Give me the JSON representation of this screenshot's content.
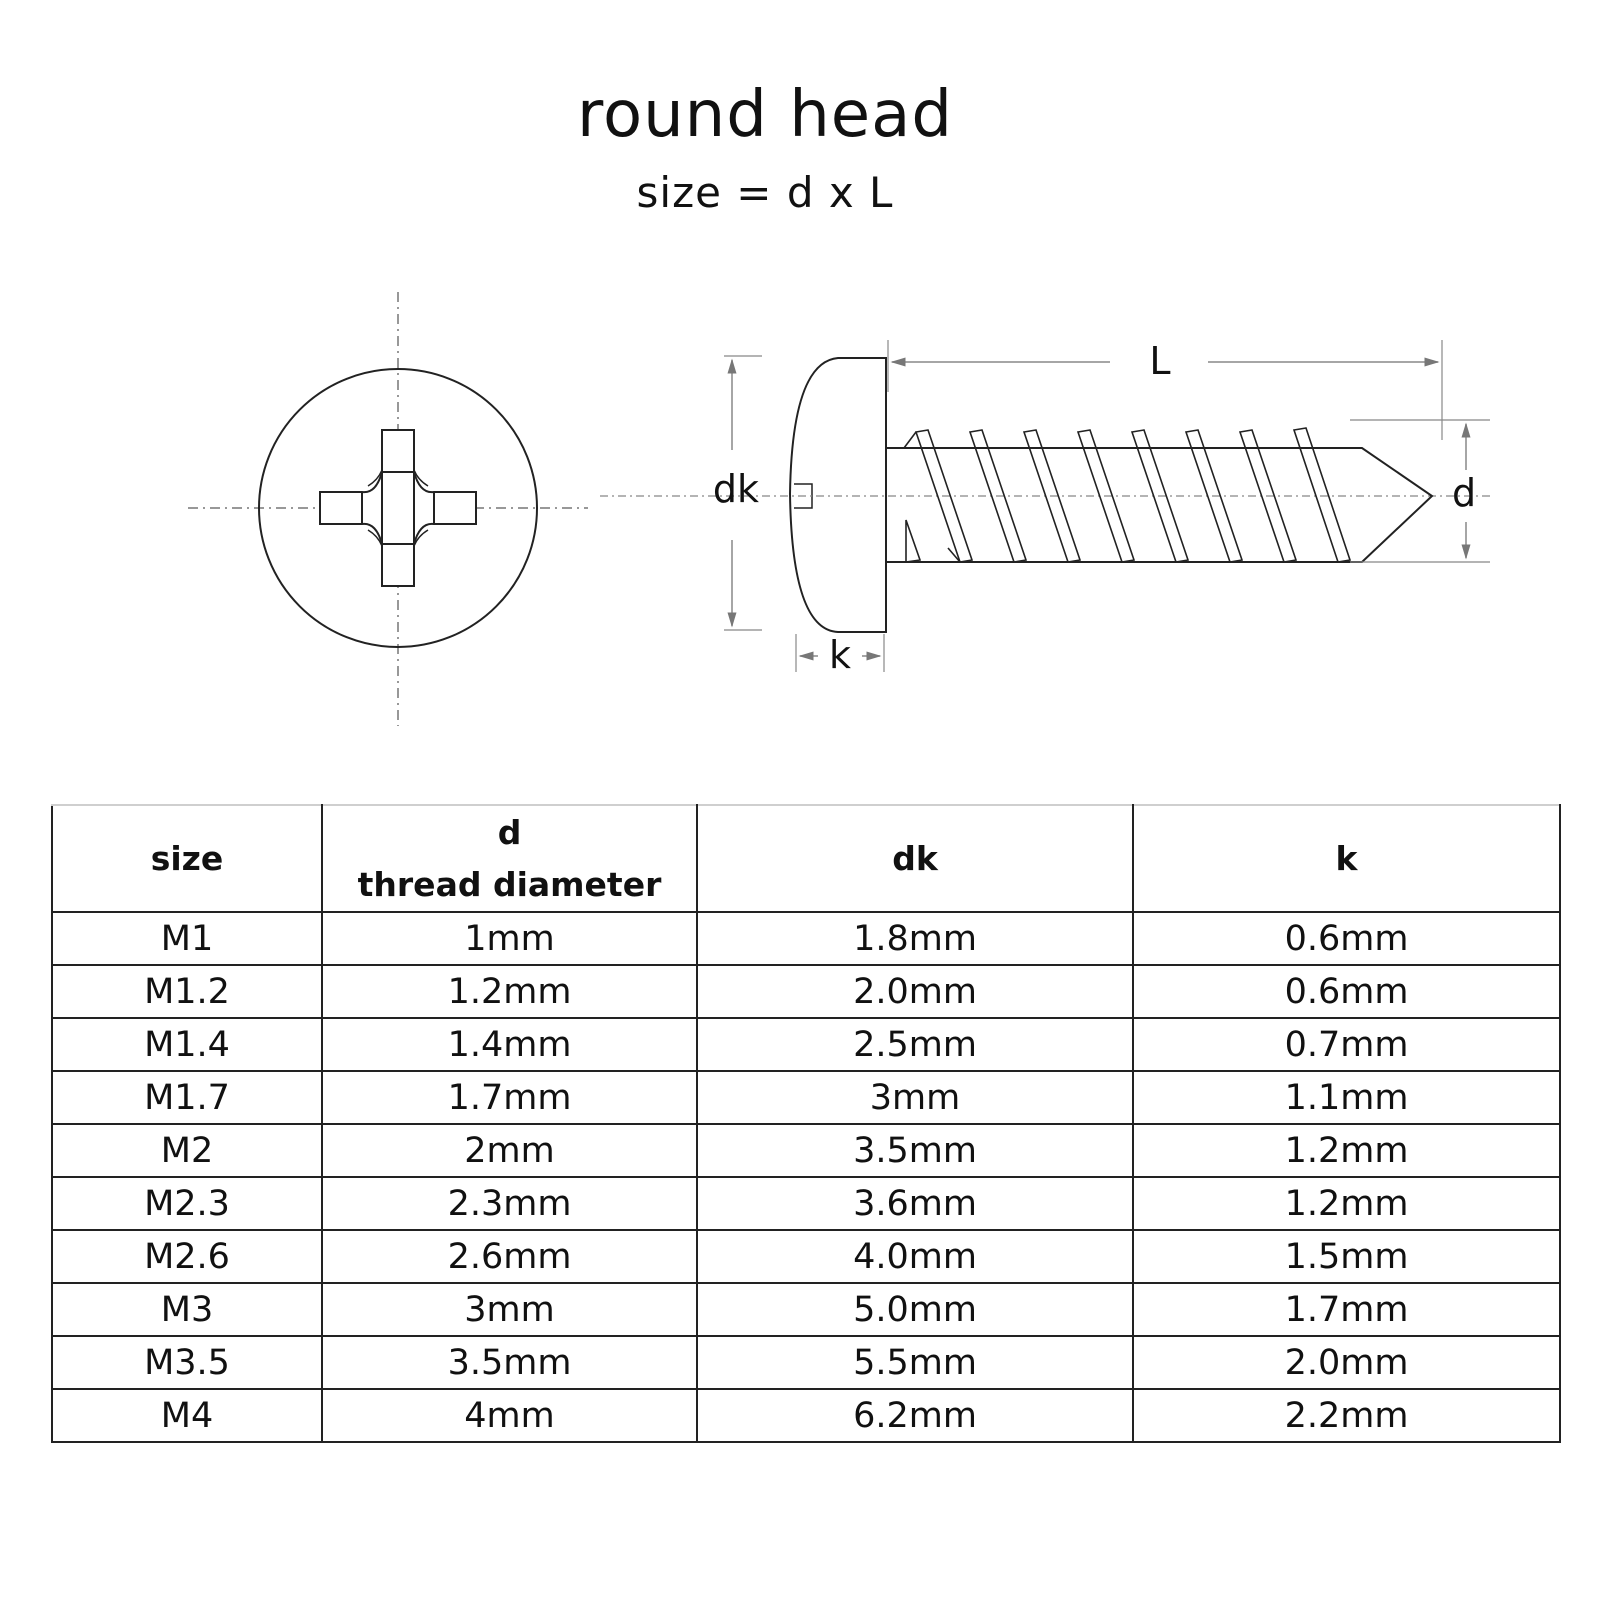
{
  "title": "round head",
  "subtitle": "size = d x L",
  "diagram": {
    "labels": {
      "L": "L",
      "dk": "dk",
      "d": "d",
      "k": "k"
    }
  },
  "table": {
    "headers": {
      "size": "size",
      "d_top": "d",
      "d_bottom": "thread diameter",
      "dk": "dk",
      "k": "k"
    },
    "rows": [
      {
        "size": "M1",
        "d": "1mm",
        "dk": "1.8mm",
        "k": "0.6mm"
      },
      {
        "size": "M1.2",
        "d": "1.2mm",
        "dk": "2.0mm",
        "k": "0.6mm"
      },
      {
        "size": "M1.4",
        "d": "1.4mm",
        "dk": "2.5mm",
        "k": "0.7mm"
      },
      {
        "size": "M1.7",
        "d": "1.7mm",
        "dk": "3mm",
        "k": "1.1mm"
      },
      {
        "size": "M2",
        "d": "2mm",
        "dk": "3.5mm",
        "k": "1.2mm"
      },
      {
        "size": "M2.3",
        "d": "2.3mm",
        "dk": "3.6mm",
        "k": "1.2mm"
      },
      {
        "size": "M2.6",
        "d": "2.6mm",
        "dk": "4.0mm",
        "k": "1.5mm"
      },
      {
        "size": "M3",
        "d": "3mm",
        "dk": "5.0mm",
        "k": "1.7mm"
      },
      {
        "size": "M3.5",
        "d": "3.5mm",
        "dk": "5.5mm",
        "k": "2.0mm"
      },
      {
        "size": "M4",
        "d": "4mm",
        "dk": "6.2mm",
        "k": "2.2mm"
      }
    ]
  }
}
